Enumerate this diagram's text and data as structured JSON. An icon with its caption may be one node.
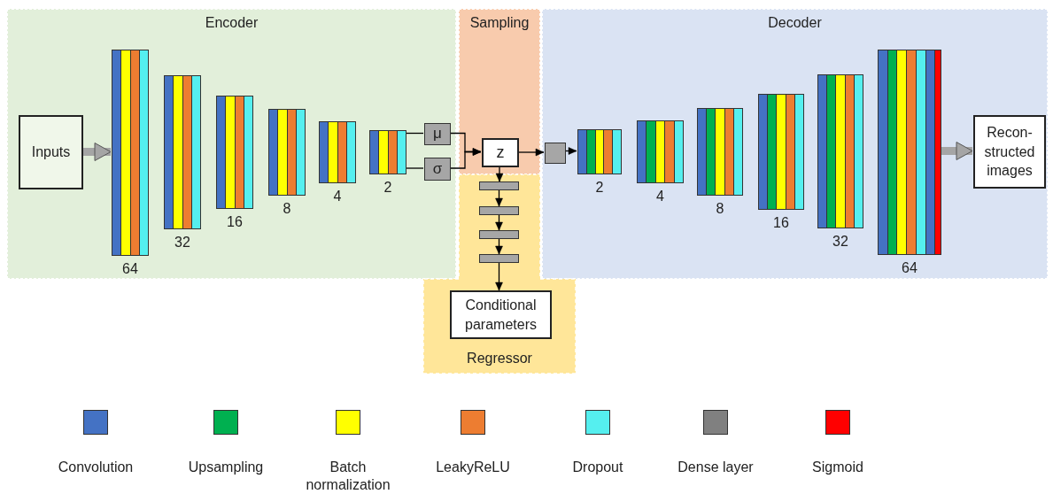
{
  "diagram": {
    "nodes": [
      {
        "text": [
          "Encoder"
        ]
      },
      {
        "text": [
          "Inputs"
        ],
        "in": 0
      },
      {
        "text": [],
        "shape": "bar",
        "in": 0,
        "beside": [
          "64"
        ]
      },
      {
        "text": [],
        "shape": "bar",
        "in": 0,
        "beside": [
          "32"
        ]
      },
      {
        "text": [],
        "shape": "bar",
        "in": 0,
        "beside": [
          "16"
        ]
      },
      {
        "text": [],
        "shape": "bar",
        "in": 0,
        "beside": [
          "8"
        ]
      },
      {
        "text": [],
        "shape": "bar",
        "in": 0,
        "beside": [
          "4"
        ]
      },
      {
        "text": [],
        "shape": "bar",
        "in": 0,
        "beside": [
          "2"
        ]
      },
      {
        "text": [
          "μ"
        ],
        "in": 0
      },
      {
        "text": [
          "σ"
        ],
        "in": 0
      },
      {
        "text": [
          "Sampling"
        ]
      },
      {
        "text": [
          "z"
        ],
        "in": 10
      },
      {
        "text": [
          "Decoder"
        ]
      },
      {
        "text": [],
        "shape": "box",
        "in": 12
      },
      {
        "text": [],
        "shape": "bar",
        "in": 12,
        "beside": [
          "2"
        ]
      },
      {
        "text": [],
        "shape": "bar",
        "in": 12,
        "beside": [
          "4"
        ]
      },
      {
        "text": [],
        "shape": "bar",
        "in": 12,
        "beside": [
          "8"
        ]
      },
      {
        "text": [],
        "shape": "bar",
        "in": 12,
        "beside": [
          "16"
        ]
      },
      {
        "text": [],
        "shape": "bar",
        "in": 12,
        "beside": [
          "32"
        ]
      },
      {
        "text": [],
        "shape": "bar",
        "in": 12,
        "beside": [
          "64"
        ]
      },
      {
        "text": [
          "Recon- structed images"
        ],
        "in": 12
      },
      {
        "text": [
          "Regressor"
        ]
      },
      {
        "text": [],
        "shape": "box",
        "in": 21
      },
      {
        "text": [],
        "shape": "box",
        "in": 21
      },
      {
        "text": [],
        "shape": "box",
        "in": 21
      },
      {
        "text": [],
        "shape": "box",
        "in": 21
      },
      {
        "text": [
          "Conditional parameters"
        ],
        "in": 21
      }
    ],
    "edges": [
      {
        "from": 1,
        "to": 2,
        "arrow": "to",
        "style": "thick",
        "color": "#a5a5a5"
      },
      {
        "from": 7,
        "to": 8,
        "arrow": "none"
      },
      {
        "from": 7,
        "to": 9,
        "arrow": "none"
      },
      {
        "from": 8,
        "to": 11,
        "arrow": "to"
      },
      {
        "from": 9,
        "to": 11,
        "arrow": "to"
      },
      {
        "from": 11,
        "to": 13,
        "arrow": "to"
      },
      {
        "from": 13,
        "to": 14,
        "arrow": "to"
      },
      {
        "from": 19,
        "to": 20,
        "arrow": "to",
        "style": "thick",
        "color": "#a5a5a5"
      },
      {
        "from": 11,
        "to": 22,
        "arrow": "to"
      },
      {
        "from": 22,
        "to": 23,
        "arrow": "to"
      },
      {
        "from": 23,
        "to": 24,
        "arrow": "to"
      },
      {
        "from": 24,
        "to": 25,
        "arrow": "to"
      },
      {
        "from": 25,
        "to": 26,
        "arrow": "to"
      }
    ],
    "legend": [
      {
        "text": "Convolution",
        "color": "#4472c4"
      },
      {
        "text": "Upsampling",
        "color": "#00b050"
      },
      {
        "text": "Batch normalization",
        "color": "#ffff00"
      },
      {
        "text": "LeakyReLU",
        "color": "#ed7d31"
      },
      {
        "text": "Dropout",
        "color": "#55efef"
      },
      {
        "text": "Dense layer",
        "color": "#808080"
      },
      {
        "text": "Sigmoid",
        "color": "#ff0000"
      }
    ]
  }
}
